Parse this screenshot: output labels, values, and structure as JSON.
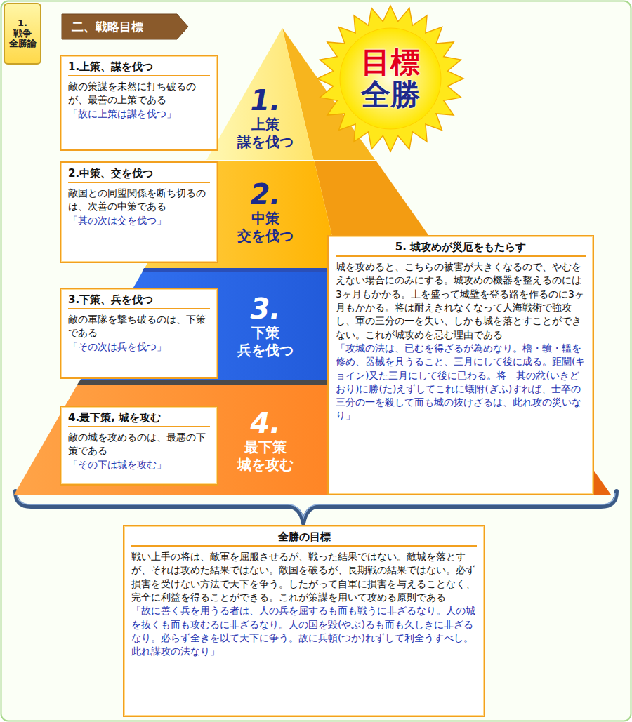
{
  "diagram": {
    "nodes": [
      {
        "text": [
          "1.",
          "戦争 全勝論"
        ]
      },
      {
        "text": [
          "二、戦略目標"
        ]
      },
      {
        "text": [
          "目標",
          "全勝"
        ]
      },
      {
        "text": [
          "1.",
          "上策 謀を伐つ"
        ]
      },
      {
        "text": [
          "2.",
          "中策 交を伐つ"
        ]
      },
      {
        "text": [
          "3.",
          "下策 兵を伐つ"
        ]
      },
      {
        "text": [
          "4.",
          "最下策 城を攻む"
        ]
      },
      {
        "text": [
          "1.上策、謀を伐つ",
          "敵の策謀を未然に打ち破るのが、最善の上策である",
          "「故に上策は謀を伐つ」"
        ]
      },
      {
        "text": [
          "2.中策、交を伐つ",
          "敵国との同盟関係を断ち切るのは、次善の中策である",
          "「其の次は交を伐つ」"
        ]
      },
      {
        "text": [
          "3.下策、兵を伐つ",
          "敵の軍隊を撃ち破るのは、下策である",
          "「その次は兵を伐つ」"
        ]
      },
      {
        "text": [
          "4.最下策, 城を攻む",
          "敵の城を攻めるのは、最悪の下策である",
          "「その下は城を攻む」"
        ]
      },
      {
        "text": [
          "5. 城攻めが災厄をもたらす",
          "城を攻めると、こちらの被害が大きくなるので、やむをえない場合にのみにする。城攻めの機器を整えるのには3ヶ月もかかる。土を盛って城壁を登る路を作るのに3ヶ月もかかる。将は耐えきれなくなって人海戦術で強攻し、軍の三分の一を失い、しかも城を落とすことができない。これが城攻めを忌む理由である",
          "「攻城の法は、已むを得ざるが為めなり。櫓・轒・轀を修め、器械を具うること、三月にして後に成る。距闉(キョイン)又た三月にして後に已わる。将　其の忿(いきどおり)に勝(た)えずしてこれに蟻附(ぎふ)すれば、士卒の三分の一を殺して而も城の抜けざるは、此れ攻の災いなり」"
        ]
      },
      {
        "text": [
          "全勝の目標",
          "戦い上手の将は、敵軍を屈服させるが、戦った結果ではない。敵城を落とすが、それは攻めた結果ではない。敵国を破るが、長期戦の結果ではない。必ず損害を受けない方法で天下を争う。したがって自軍に損害を与えることなく、完全に利益を得ることができる。これが策謀を用いて攻める原則である",
          "「故に善く兵を用うる者は、人の兵を屈するも而も戦うに非ざるなり。人の城を抜くも而も攻むるに非ざるなり。人の国を毀(やぶ)るも而も久しきに非ざるなり。必らず全きを以て天下に争う。故に兵頓(つか)れずして利全うすべし。此れ謀攻の法なり」"
        ]
      }
    ]
  }
}
